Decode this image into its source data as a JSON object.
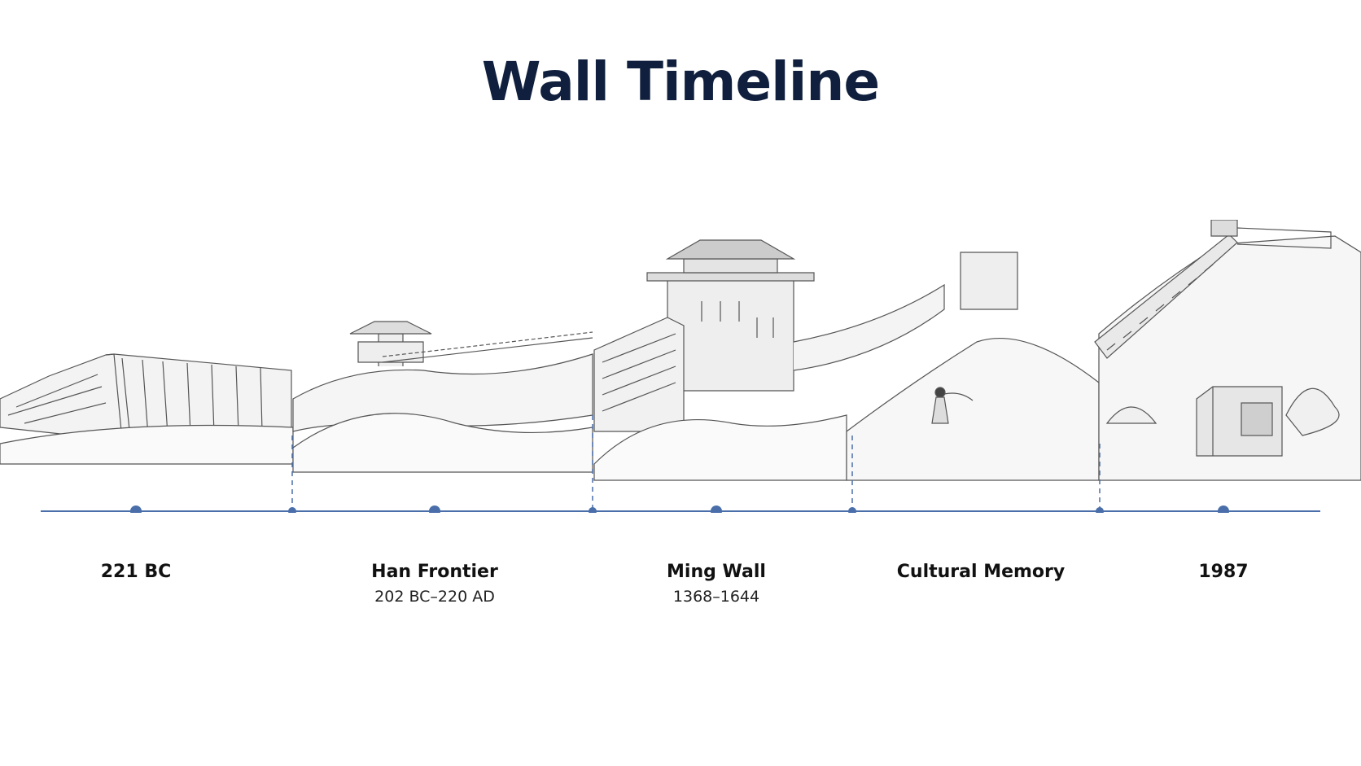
{
  "title": "Wall Timeline",
  "colors": {
    "title": "#0f1f3d",
    "timeline": "#4a6ea9",
    "sketch": "#555555"
  },
  "timeline": {
    "events": [
      {
        "label": "221 BC",
        "sub": ""
      },
      {
        "label": "Han Frontier",
        "sub": "202 BC–220 AD"
      },
      {
        "label": "Ming Wall",
        "sub": "1368–1644"
      },
      {
        "label": "Cultural Memory",
        "sub": ""
      },
      {
        "label": "1987",
        "sub": ""
      }
    ]
  },
  "illustrations": [
    "rammed-earth-wall",
    "han-watchtower-wall",
    "ming-gate-tower",
    "walking-figure",
    "stone-monument"
  ]
}
